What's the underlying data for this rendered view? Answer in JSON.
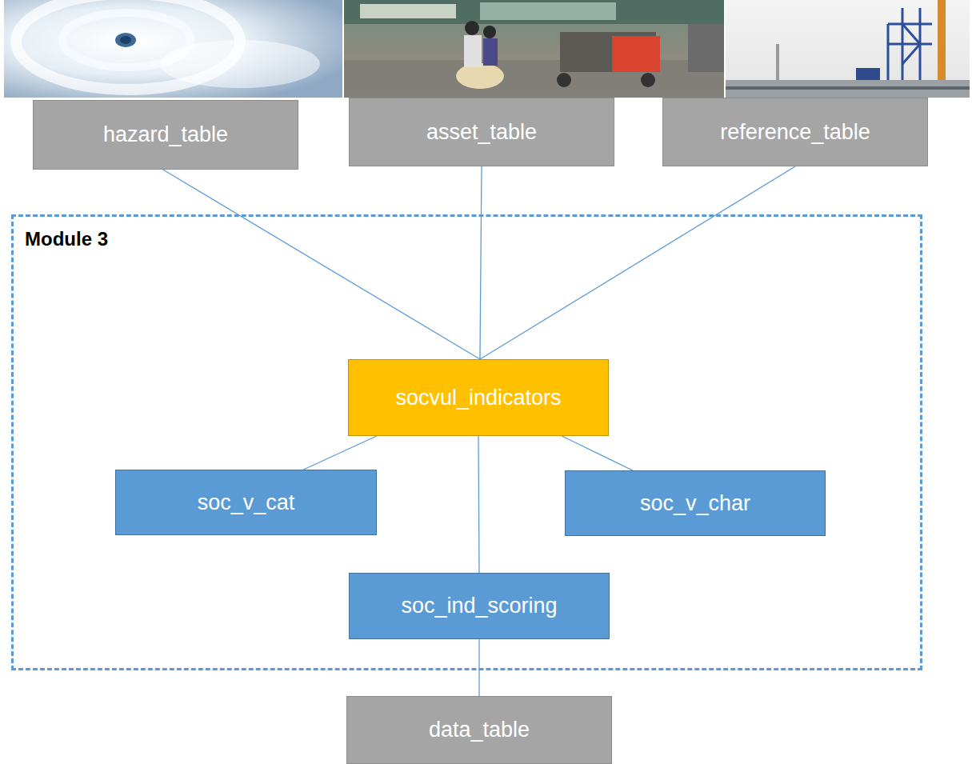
{
  "diagram": {
    "nodes": [
      {
        "text": [
          "hazard_table"
        ]
      },
      {
        "text": [
          "asset_table"
        ]
      },
      {
        "text": [
          "reference_table"
        ]
      },
      {
        "text": [
          "Module 3"
        ]
      },
      {
        "text": [
          "socvul_indicators"
        ],
        "in": 3
      },
      {
        "text": [
          "soc_v_cat"
        ],
        "in": 3
      },
      {
        "text": [
          "soc_v_char"
        ],
        "in": 3
      },
      {
        "text": [
          "soc_ind_scoring"
        ],
        "in": 3
      },
      {
        "text": [
          "data_table"
        ]
      }
    ],
    "edges": [
      {
        "from": 0,
        "to": 4,
        "arrow": "none"
      },
      {
        "from": 1,
        "to": 4,
        "arrow": "none"
      },
      {
        "from": 2,
        "to": 4,
        "arrow": "none"
      },
      {
        "from": 4,
        "to": 5,
        "arrow": "none"
      },
      {
        "from": 4,
        "to": 6,
        "arrow": "none"
      },
      {
        "from": 4,
        "to": 7,
        "arrow": "none"
      },
      {
        "from": 7,
        "to": 8,
        "arrow": "none"
      }
    ]
  }
}
